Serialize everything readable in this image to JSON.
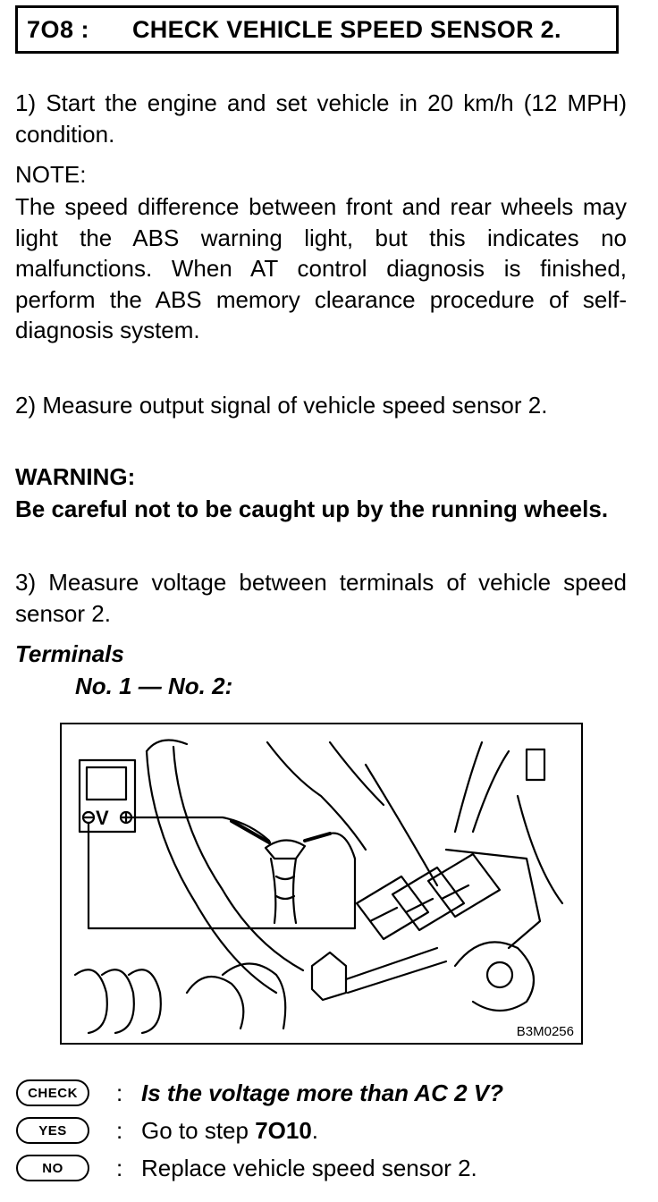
{
  "header": {
    "code": "7O8 :",
    "title": "CHECK VEHICLE SPEED SENSOR 2."
  },
  "step1": {
    "text": "1)  Start the engine and set vehicle in 20 km/h (12 MPH) condition."
  },
  "note": {
    "label": "NOTE:",
    "text": "The speed difference between front and rear wheels may light the ABS warning light, but this indicates no malfunctions. When AT control diagnosis is finished, perform the ABS memory clearance procedure of self-diagnosis system."
  },
  "step2": {
    "text": "2)  Measure output signal of vehicle speed sensor 2."
  },
  "warning": {
    "label": "WARNING:",
    "text": "Be careful not to be caught up by the running wheels."
  },
  "step3": {
    "text": "3)  Measure voltage between terminals of vehicle speed sensor 2."
  },
  "terminals": {
    "label": "Terminals",
    "value": "No. 1 — No. 2:"
  },
  "figure": {
    "code": "B3M0256",
    "meter_symbol": "V"
  },
  "answers": [
    {
      "badge": "CHECK",
      "sep": ":",
      "text": "Is the voltage more than AC 2 V?"
    },
    {
      "badge": "YES",
      "sep": ":",
      "text_prefix": "Go to step ",
      "text_step": "7O10",
      "text_suffix": "."
    },
    {
      "badge": "NO",
      "sep": ":",
      "text": "Replace vehicle speed sensor 2."
    }
  ]
}
